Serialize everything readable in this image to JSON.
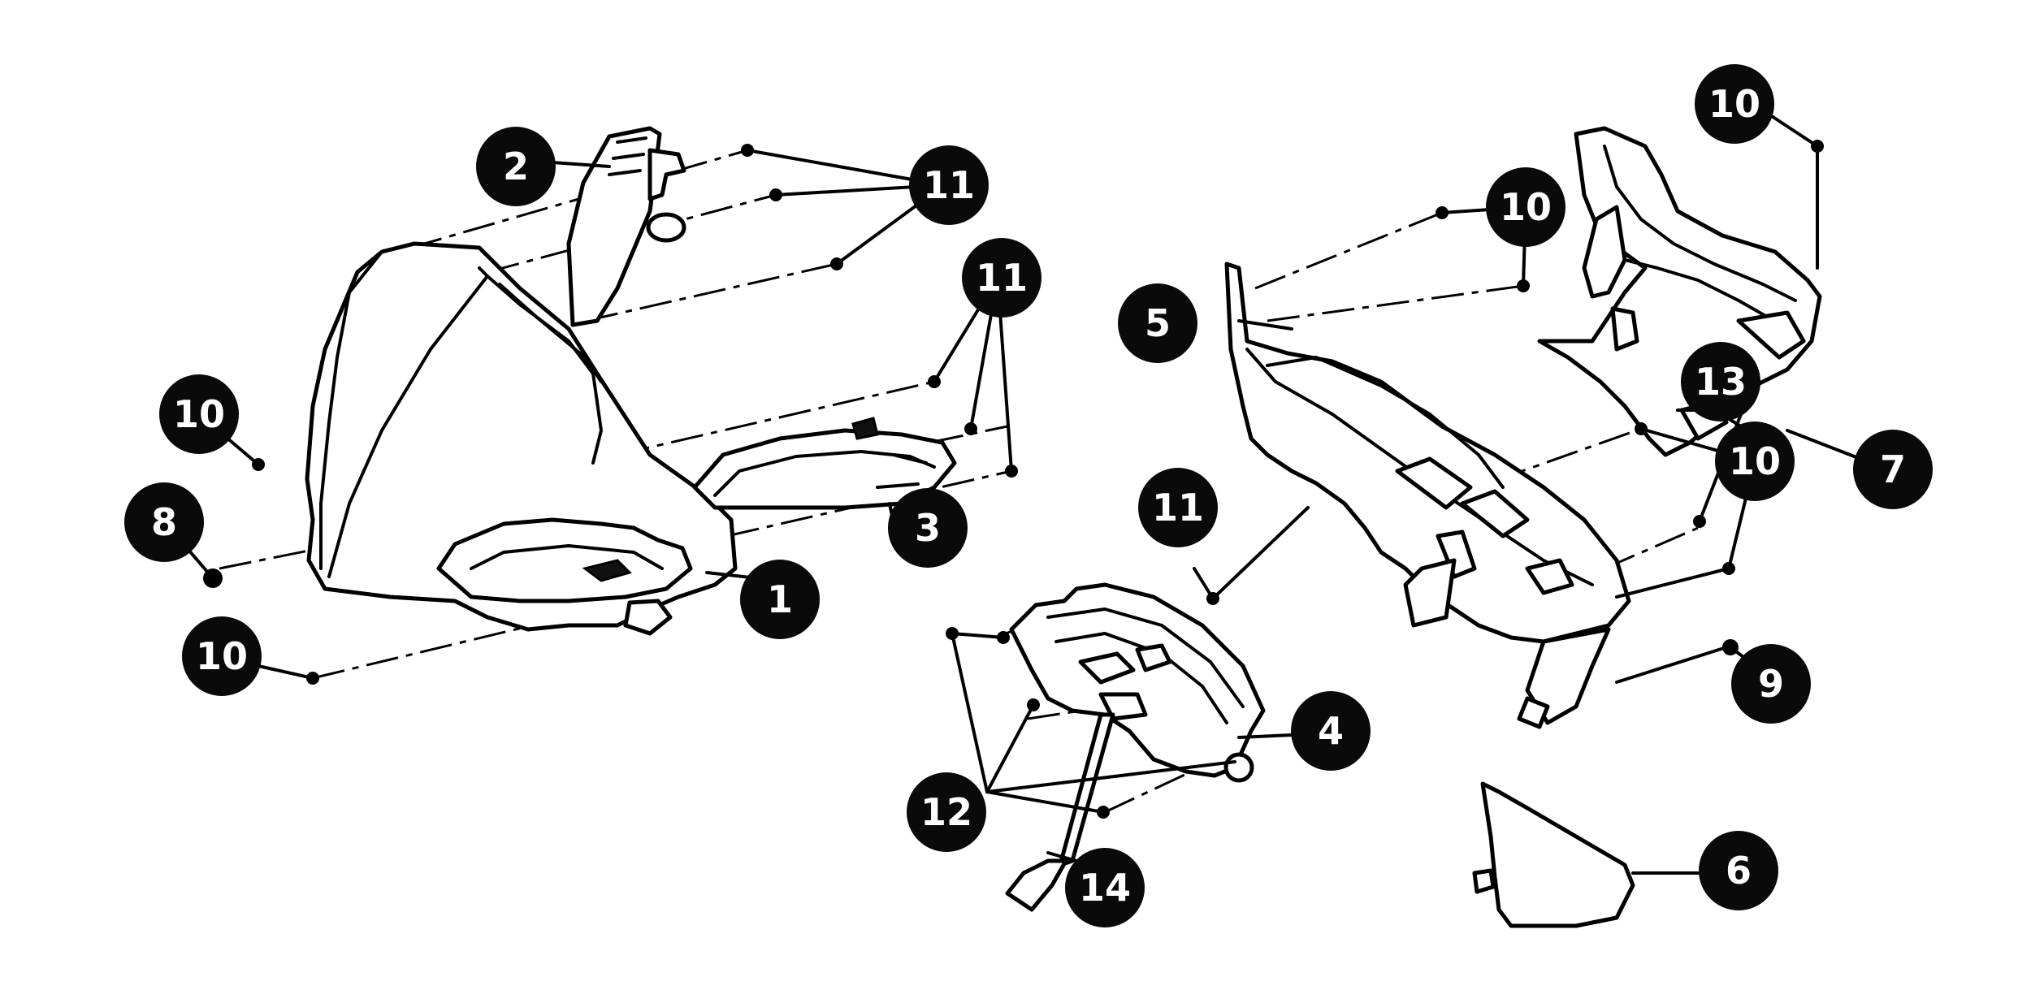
{
  "diagram": {
    "callouts": [
      {
        "id": "c1",
        "label": "1"
      },
      {
        "id": "c2",
        "label": "2"
      },
      {
        "id": "c3",
        "label": "3"
      },
      {
        "id": "c4",
        "label": "4"
      },
      {
        "id": "c5",
        "label": "5"
      },
      {
        "id": "c6",
        "label": "6"
      },
      {
        "id": "c7",
        "label": "7"
      },
      {
        "id": "c8",
        "label": "8"
      },
      {
        "id": "c9",
        "label": "9"
      },
      {
        "id": "c10a",
        "label": "10"
      },
      {
        "id": "c10b",
        "label": "10"
      },
      {
        "id": "c10c",
        "label": "10"
      },
      {
        "id": "c10d",
        "label": "10"
      },
      {
        "id": "c10e",
        "label": "10"
      },
      {
        "id": "c11a",
        "label": "11"
      },
      {
        "id": "c11b",
        "label": "11"
      },
      {
        "id": "c11c",
        "label": "11"
      },
      {
        "id": "c12",
        "label": "12"
      },
      {
        "id": "c13",
        "label": "13"
      },
      {
        "id": "c14",
        "label": "14"
      }
    ]
  }
}
